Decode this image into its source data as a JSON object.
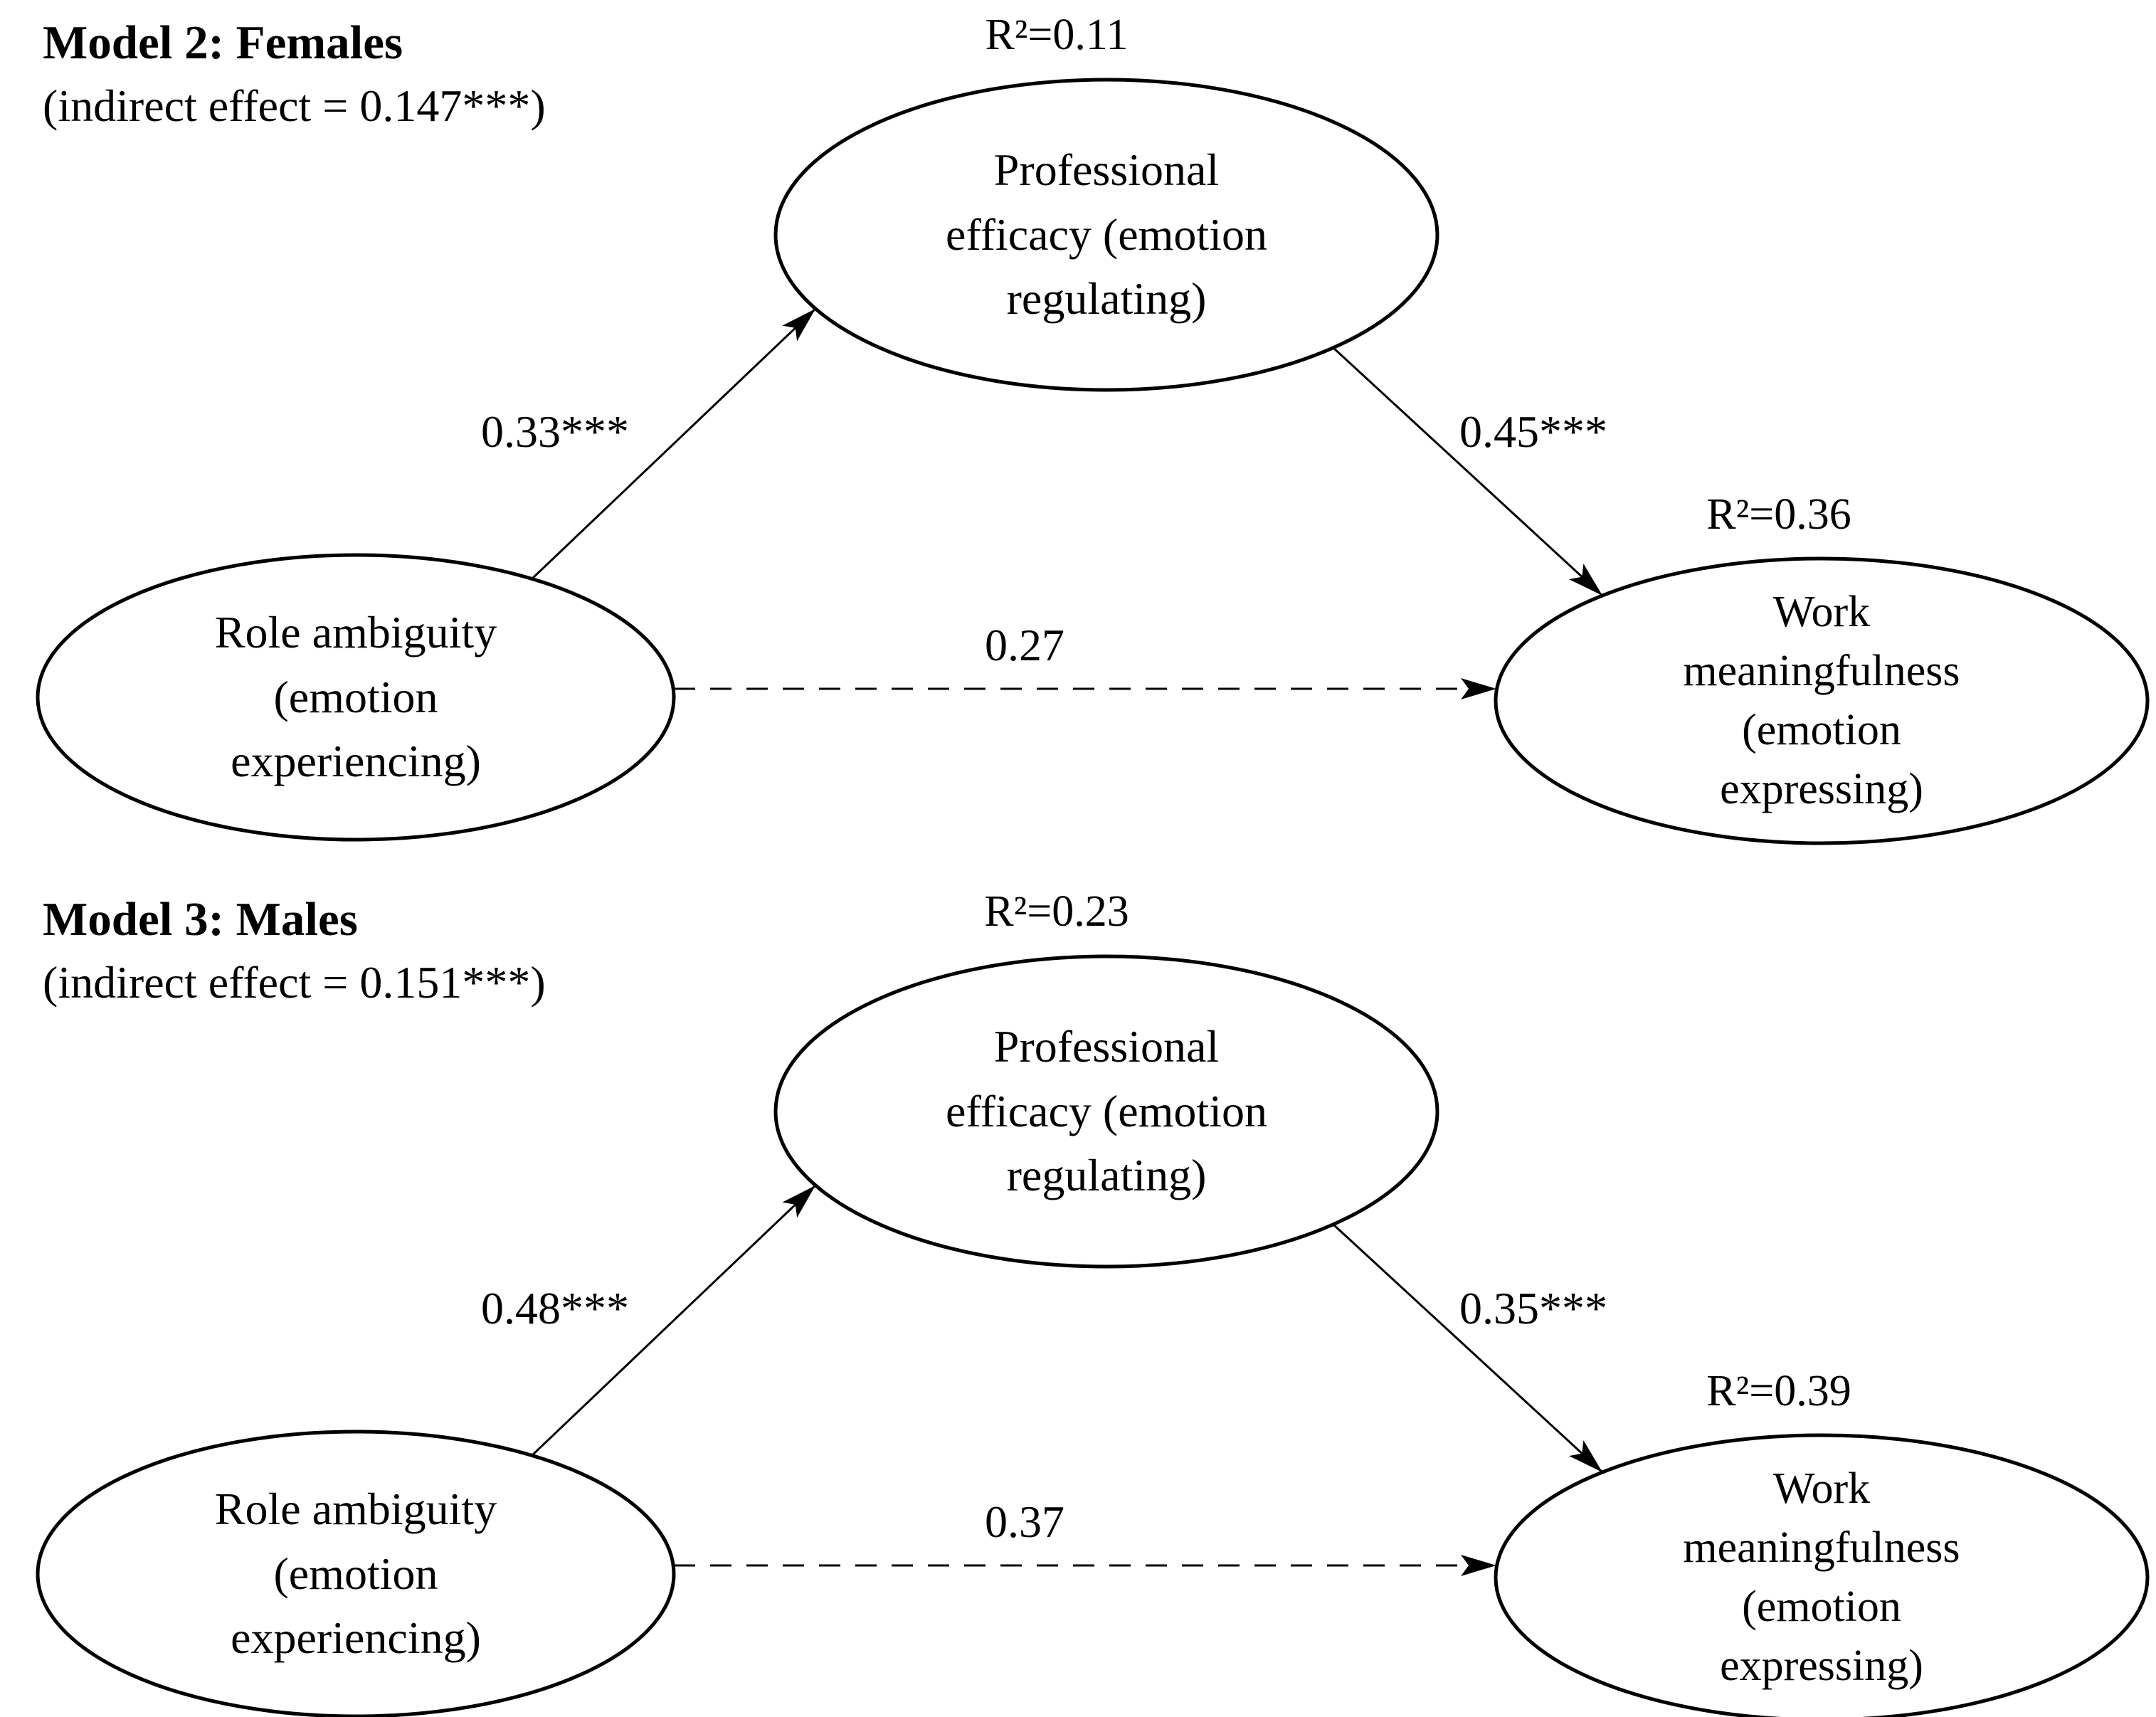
{
  "figure": {
    "type": "path-diagram",
    "colors": {
      "background": "#ffffff",
      "ink": "#000000"
    }
  },
  "models": [
    {
      "title": "Model 2: Females",
      "subtitle": "(indirect effect = 0.147***)",
      "mediator": {
        "label": "Professional\nefficacy (emotion\nregulating)",
        "r2": "R²=0.11"
      },
      "predictor": {
        "label": "Role ambiguity\n(emotion\nexperiencing)"
      },
      "outcome": {
        "label": "Work\nmeaningfulness\n(emotion\nexpressing)",
        "r2": "R²=0.36"
      },
      "paths": {
        "a": "0.33***",
        "b": "0.45***",
        "c": "0.27"
      }
    },
    {
      "title": "Model 3: Males",
      "subtitle": "(indirect effect = 0.151***)",
      "mediator": {
        "label": "Professional\nefficacy (emotion\nregulating)",
        "r2": "R²=0.23"
      },
      "predictor": {
        "label": "Role ambiguity\n(emotion\nexperiencing)"
      },
      "outcome": {
        "label": "Work\nmeaningfulness\n(emotion\nexpressing)",
        "r2": "R²=0.39"
      },
      "paths": {
        "a": "0.48***",
        "b": "0.35***",
        "c": "0.37"
      }
    }
  ]
}
